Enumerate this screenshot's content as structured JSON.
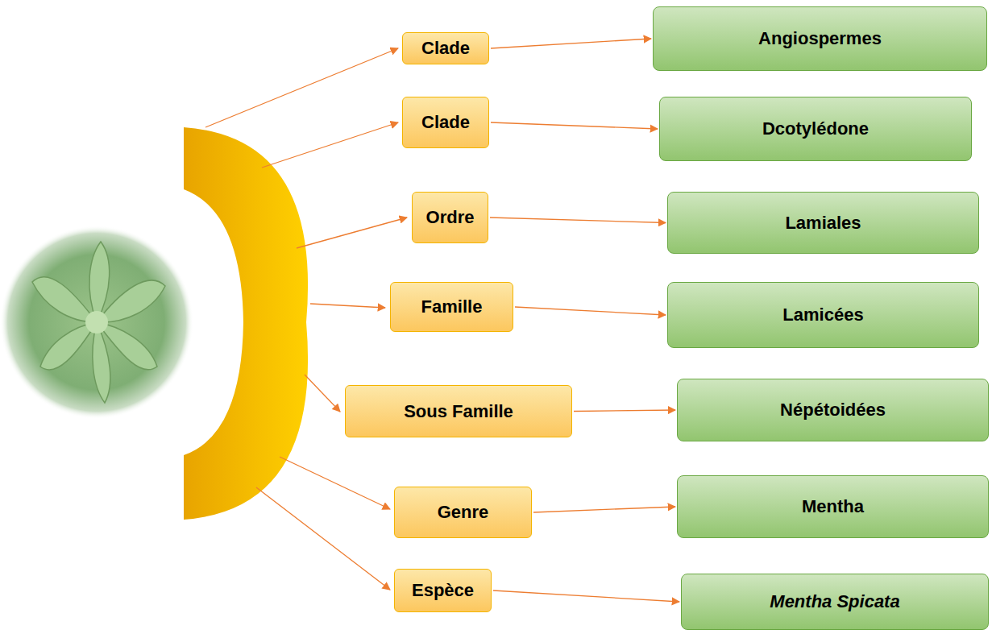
{
  "diagram": {
    "nodes": [
      {
        "text": [
          "Clade"
        ]
      },
      {
        "text": [
          "Angiospermes"
        ]
      },
      {
        "text": [
          "Clade"
        ]
      },
      {
        "text": [
          "Dcotylédone"
        ]
      },
      {
        "text": [
          "Ordre"
        ]
      },
      {
        "text": [
          "Lamiales"
        ]
      },
      {
        "text": [
          "Famille"
        ]
      },
      {
        "text": [
          "Lamicées"
        ]
      },
      {
        "text": [
          "Sous Famille"
        ]
      },
      {
        "text": [
          "Népétoidées"
        ]
      },
      {
        "text": [
          "Genre"
        ]
      },
      {
        "text": [
          "Mentha"
        ]
      },
      {
        "text": [
          "Espèce"
        ]
      },
      {
        "text": [
          "Mentha Spicata"
        ]
      }
    ],
    "edges": [
      {
        "from": 0,
        "to": 1,
        "arrow": "to"
      },
      {
        "from": 2,
        "to": 3,
        "arrow": "to"
      },
      {
        "from": 4,
        "to": 5,
        "arrow": "to"
      },
      {
        "from": 6,
        "to": 7,
        "arrow": "to"
      },
      {
        "from": 8,
        "to": 9,
        "arrow": "to"
      },
      {
        "from": 10,
        "to": 11,
        "arrow": "to"
      },
      {
        "from": 12,
        "to": 13,
        "arrow": "to"
      }
    ]
  }
}
